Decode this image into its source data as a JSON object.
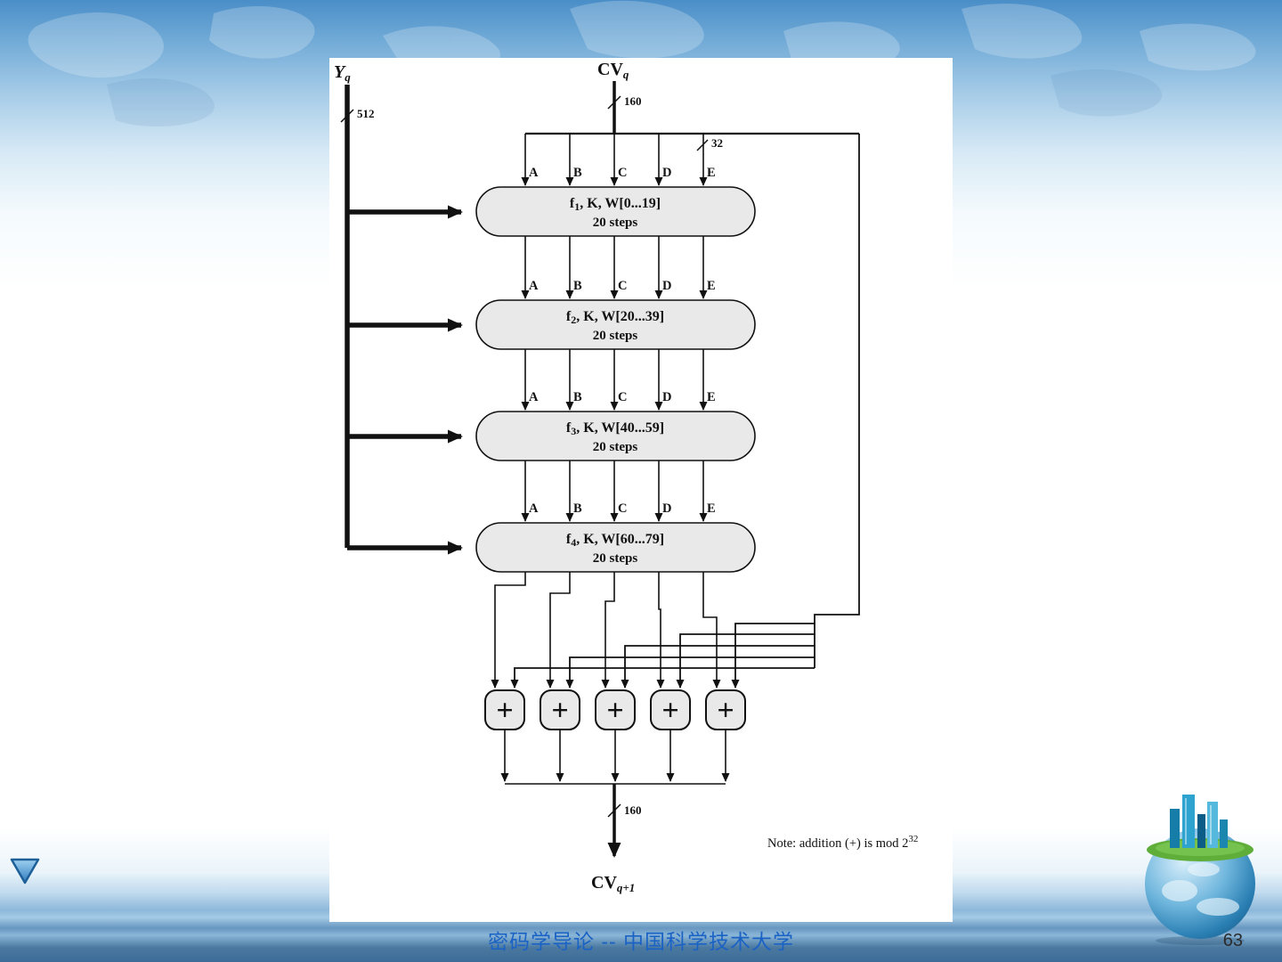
{
  "slide": {
    "footer_text": "密码学导论 -- 中国科学技术大学",
    "page_number": "63"
  },
  "diagram": {
    "y_label": {
      "base": "Y",
      "sub": "q"
    },
    "cv_in": {
      "base": "CV",
      "sub": "q"
    },
    "cv_out": {
      "base": "CV",
      "sub": "q+1"
    },
    "widths": {
      "input": "512",
      "cv_in": "160",
      "word": "32",
      "cv_out": "160"
    },
    "registers": [
      "A",
      "B",
      "C",
      "D",
      "E"
    ],
    "rounds": [
      {
        "f": "f",
        "sub": "1",
        "args": ", K, W[0...19]",
        "steps": "20 steps"
      },
      {
        "f": "f",
        "sub": "2",
        "args": ", K, W[20...39]",
        "steps": "20 steps"
      },
      {
        "f": "f",
        "sub": "3",
        "args": ", K, W[40...59]",
        "steps": "20 steps"
      },
      {
        "f": "f",
        "sub": "4",
        "args": ", K, W[60...79]",
        "steps": "20 steps"
      }
    ],
    "adder_symbol": "+",
    "note": {
      "text": "Note:  addition (+) is mod 2",
      "exponent": "32"
    }
  }
}
